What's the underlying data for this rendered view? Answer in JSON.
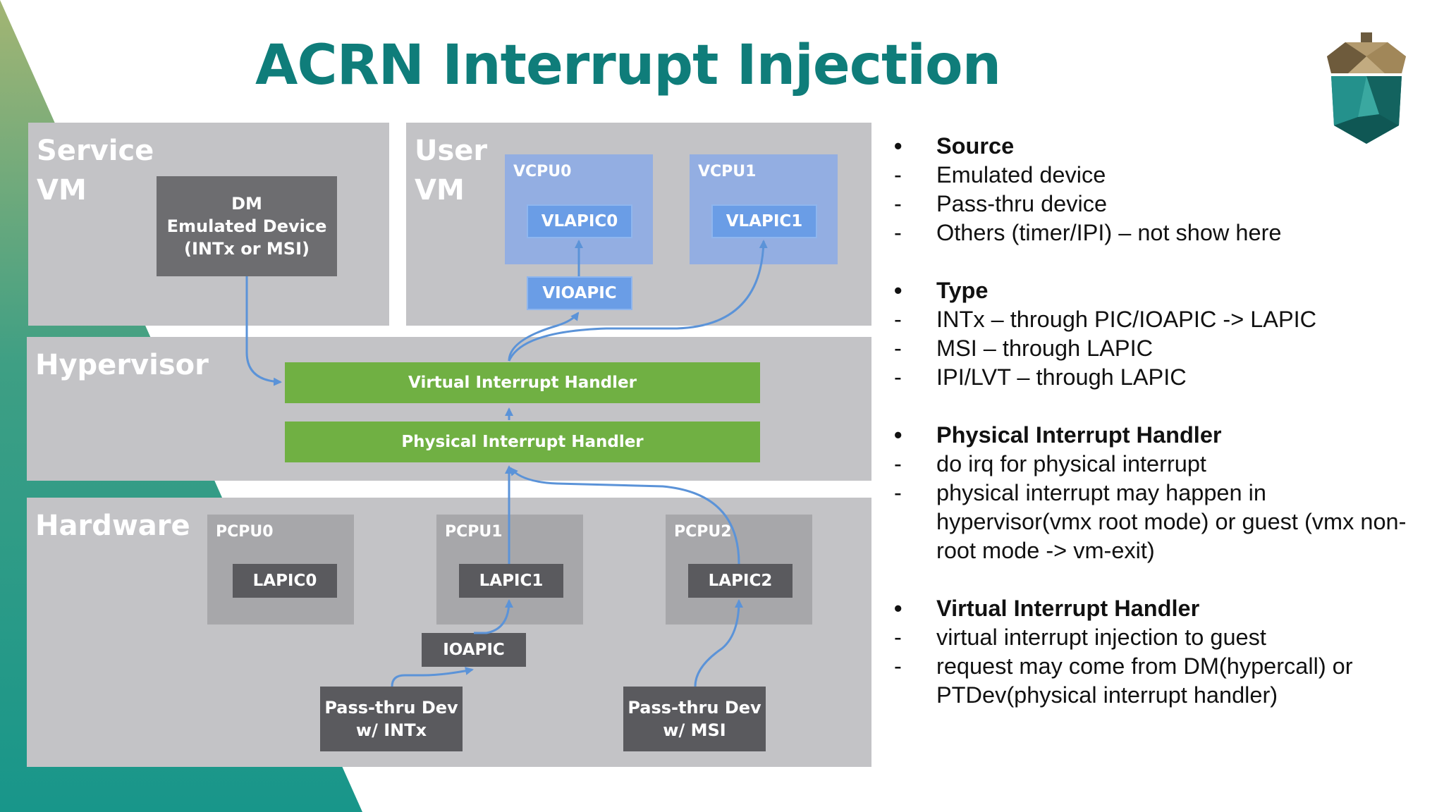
{
  "title": "ACRN Interrupt Injection",
  "colors": {
    "title": "#0f7d7a",
    "region_gray": "#c3c3c6",
    "box_dark": "#5a5a5e",
    "box_blue": "#6a9de6",
    "box_green": "#70b043",
    "arrow": "#5b93d8",
    "deco_teal": "#18968a",
    "deco_olive": "#a3b573"
  },
  "diagram": {
    "service_vm": {
      "label": "Service\nVM",
      "dm_box": "DM\nEmulated Device\n(INTx or MSI)"
    },
    "user_vm": {
      "label": "User\nVM",
      "vcpu0": "VCPU0",
      "vlapic0": "VLAPIC0",
      "vcpu1": "VCPU1",
      "vlapic1": "VLAPIC1",
      "vioapic": "VIOAPIC"
    },
    "hypervisor": {
      "label": "Hypervisor",
      "virtual_handler": "Virtual Interrupt Handler",
      "physical_handler": "Physical Interrupt Handler"
    },
    "hardware": {
      "label": "Hardware",
      "pcpu0": "PCPU0",
      "lapic0": "LAPIC0",
      "pcpu1": "PCPU1",
      "lapic1": "LAPIC1",
      "pcpu2": "PCPU2",
      "lapic2": "LAPIC2",
      "ioapic": "IOAPIC",
      "passthru_intx": "Pass-thru Dev\nw/ INTx",
      "passthru_msi": "Pass-thru Dev\nw/ MSI"
    }
  },
  "bullets": {
    "source": {
      "heading": "Source",
      "items": [
        "Emulated device",
        "Pass-thru device",
        "Others (timer/IPI) – not show here"
      ]
    },
    "type": {
      "heading": "Type",
      "items": [
        "INTx – through PIC/IOAPIC -> LAPIC",
        "MSI – through LAPIC",
        "IPI/LVT – through LAPIC"
      ]
    },
    "physical": {
      "heading": "Physical Interrupt Handler",
      "items": [
        "do irq for physical interrupt",
        "physical interrupt may happen in hypervisor(vmx root mode) or guest (vmx non-root mode -> vm-exit)"
      ]
    },
    "virtual": {
      "heading": "Virtual Interrupt Handler",
      "items": [
        "virtual interrupt injection to guest",
        "request may come from DM(hypercall) or PTDev(physical interrupt handler)"
      ]
    },
    "bullet_mark": "•",
    "dash_mark": "-"
  }
}
